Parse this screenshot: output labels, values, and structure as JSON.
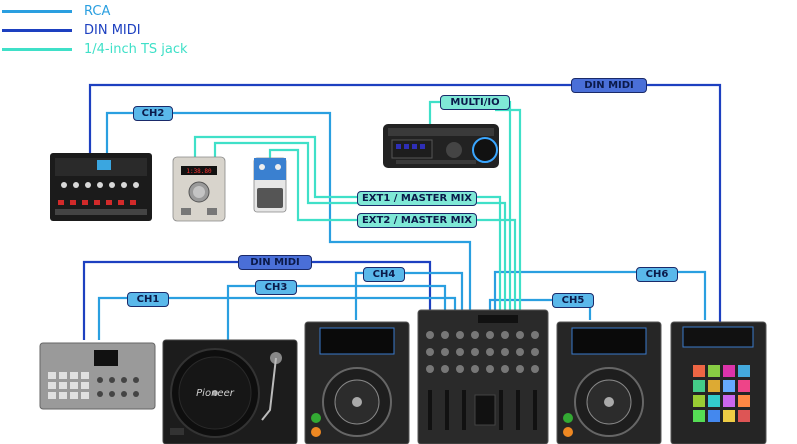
{
  "legend": [
    {
      "label": "RCA",
      "color": "#2a9fe0"
    },
    {
      "label": "DIN MIDI",
      "color": "#1d40c0"
    },
    {
      "label": "1/4-inch TS jack",
      "color": "#3fe0c8"
    }
  ],
  "cable_labels": {
    "din_midi_top": "DIN MIDI",
    "din_midi_mid": "DIN MIDI",
    "ch1": "CH1",
    "ch2": "CH2",
    "ch3": "CH3",
    "ch4": "CH4",
    "ch5": "CH5",
    "ch6": "CH6",
    "multi_io": "MULTI/IO",
    "ext1": "EXT1 / MASTER MIX",
    "ext2": "EXT2 / MASTER MIX"
  },
  "colors": {
    "rca": "#2a9fe0",
    "midi": "#1d40c0",
    "jack": "#3fe0c8",
    "device_dark": "#1a1a1a",
    "device_silver": "#c9c9c9"
  },
  "devices": {
    "synth_left": "synth-keyboard",
    "effects_pedal": "effects-unit",
    "looper_pedal": "stomp-pedal",
    "multi_io_unit": "rmx-effector",
    "drum_machine": "drum-machine",
    "turntable": "turntable",
    "cdj_left": "cdj-player",
    "mixer": "dj-mixer",
    "cdj_right": "cdj-player",
    "sampler": "pad-sampler"
  },
  "turntable_brand": "Pioneer"
}
